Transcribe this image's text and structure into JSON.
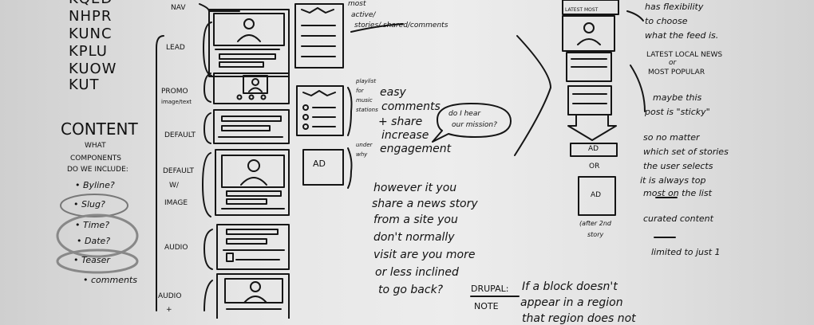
{
  "stations": [
    "KQED",
    "NHPR",
    "KUNC",
    "KPLU",
    "KUOW",
    "KUT"
  ],
  "content": {
    "title": "CONTENT",
    "subtitle_1": "WHAT",
    "subtitle_2": "COMPONENTS",
    "subtitle_3": "DO WE INCLUDE:",
    "items": [
      "• Byline?",
      "• Slug?",
      "• Time?",
      "• Date?",
      "• Teaser",
      "• comments"
    ]
  },
  "wireframe_labels": {
    "nav": "NAV",
    "lead": "LEAD",
    "promo": "PROMO",
    "promo_sub": "image/text",
    "default": "DEFAULT",
    "default_image_1": "DEFAULT",
    "default_image_2": "W/",
    "default_image_3": "IMAGE",
    "audio": "AUDIO",
    "audio_plus": "AUDIO",
    "audio_plus_2": "+",
    "ad": "AD"
  },
  "side_notes": {
    "most_active_1": "most",
    "most_active_2": "active/",
    "most_active_3": "stories/ shared/comments",
    "playlist_1": "playlist",
    "playlist_2": "for",
    "playlist_3": "music",
    "playlist_4": "stations",
    "easy_1": "easy",
    "easy_2": "comments",
    "easy_3": "+ share",
    "easy_4": "increase",
    "easy_5": "engagement",
    "bubble_1": "do I hear",
    "bubble_2": "our mission?",
    "under_why_1": "under",
    "under_why_2": "why"
  },
  "question": [
    "however it you",
    "share a news story",
    "from a site you",
    "don't normally",
    "visit are you more",
    "or less inclined",
    "to go back?"
  ],
  "drupal": {
    "label_1": "DRUPAL:",
    "label_2": "NOTE",
    "text_1": "If a block doesn't",
    "text_2": "appear in a region",
    "text_3": "that region does not"
  },
  "right_column": {
    "latest_label": "LATEST MOST",
    "ad_1": "AD",
    "or": "OR",
    "ad_2": "AD",
    "after_1": "(after 2nd",
    "after_2": "story"
  },
  "right_notes": {
    "flex_1": "has flexibility",
    "flex_2": "to choose",
    "flex_3": "what the feed is.",
    "latest_local": "LATEST LOCAL NEWS",
    "or": "or",
    "most_popular": "MOST POPULAR",
    "sticky_1": "maybe this",
    "sticky_2": "post is \"sticky\"",
    "sticky_3": "so no matter",
    "sticky_4": "which set of stories",
    "sticky_5": "the user selects",
    "sticky_6": "it is always top",
    "sticky_7": "most on the list",
    "curated": "curated content",
    "limited": "limited to just 1"
  }
}
